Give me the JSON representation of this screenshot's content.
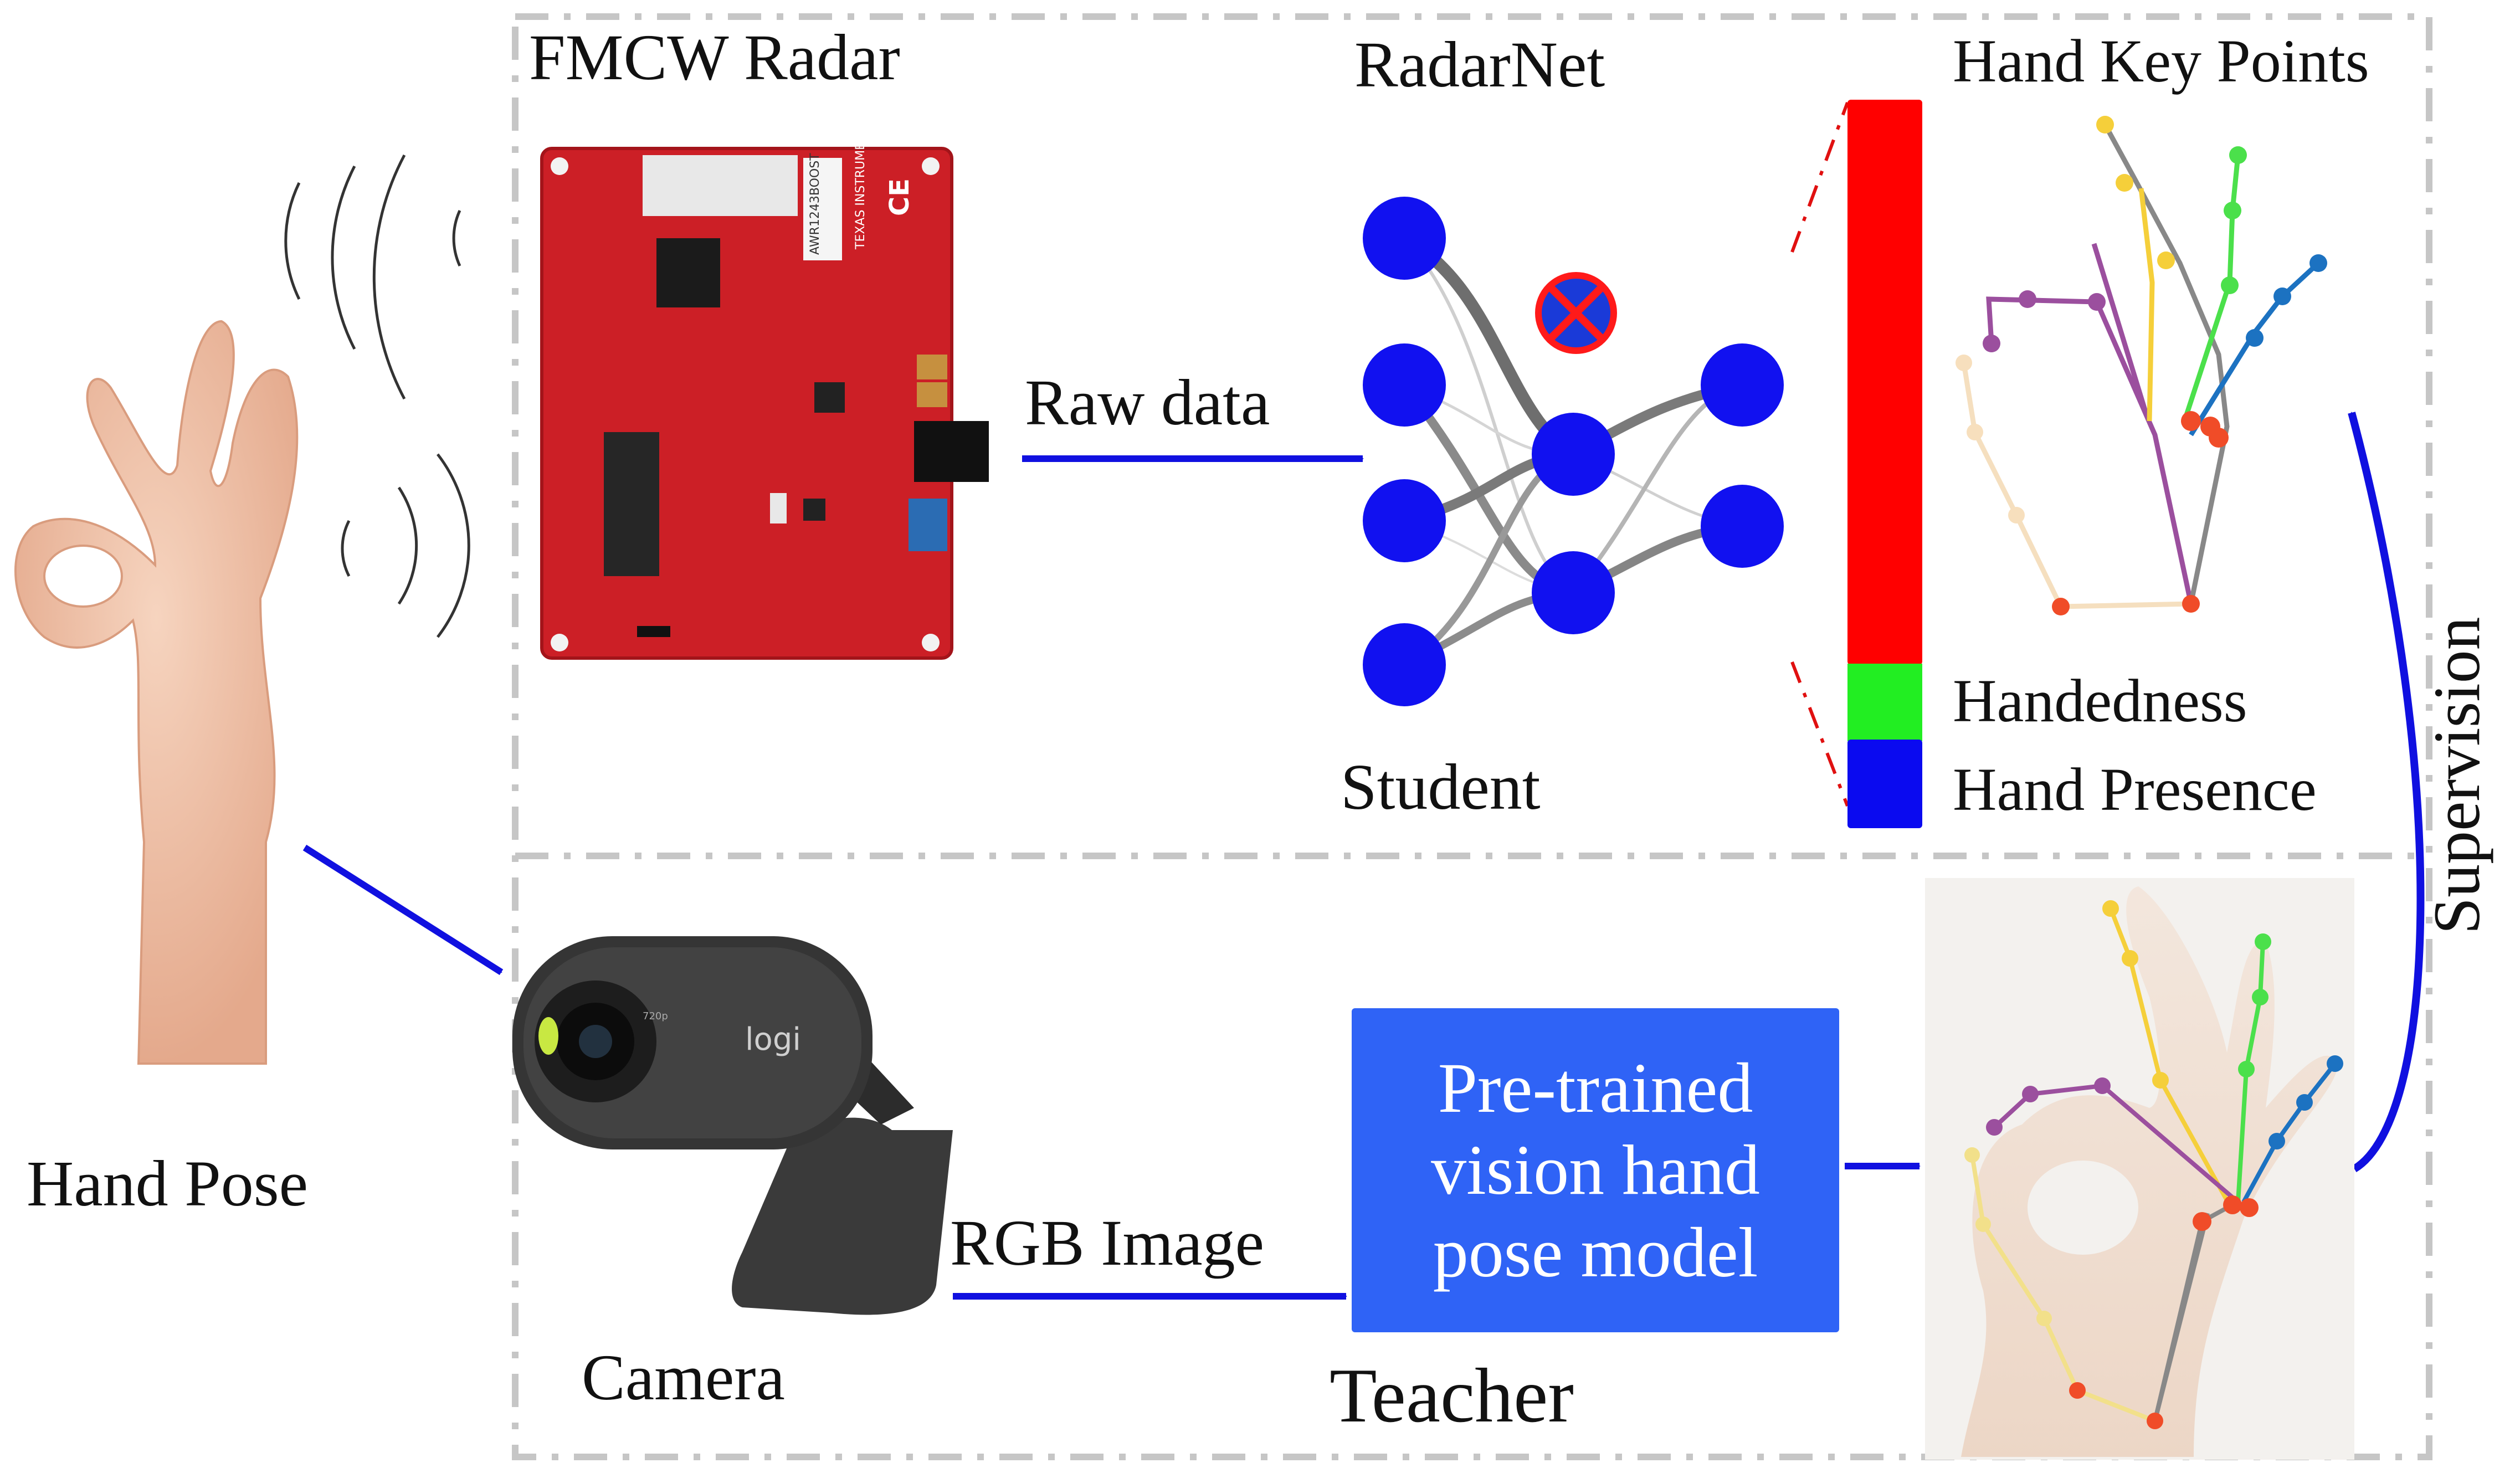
{
  "labels": {
    "fmcw_radar": "FMCW Radar",
    "radarnet": "RadarNet",
    "hand_key_points": "Hand Key Points",
    "raw_data": "Raw data",
    "student": "Student",
    "handedness": "Handedness",
    "hand_presence": "Hand Presence",
    "supervision": "Supervision",
    "hand_pose": "Hand Pose",
    "camera": "Camera",
    "rgb_image": "RGB Image",
    "teacher": "Teacher",
    "teacher_box_line1": "Pre-trained",
    "teacher_box_line2": "vision hand",
    "teacher_box_line3": "pose model"
  },
  "radar_board": {
    "chip_text": "AWR1243BOOST",
    "brand_text": "TEXAS INSTRUMENTS",
    "ce_mark": "CE"
  },
  "camera_device": {
    "brand_text": "logi",
    "model_text": "720p"
  },
  "colors": {
    "arrow_blue": "#1010e0",
    "node_blue": "#1111f0",
    "output_red": "#ff0000",
    "output_green": "#22ee22",
    "output_blue": "#0a0af0",
    "teacher_box": "#2f63f6",
    "board_red": "#cc1f26",
    "dashed_gray": "#c6c6c6",
    "dropout_red": "#ff1a1a"
  },
  "icons": {
    "radar_waves": "radar-waves-icon",
    "dropout": "dropout-icon",
    "radar_board": "radar-board-icon",
    "webcam": "webcam-icon",
    "hand_photo": "hand-ok-gesture-icon"
  }
}
